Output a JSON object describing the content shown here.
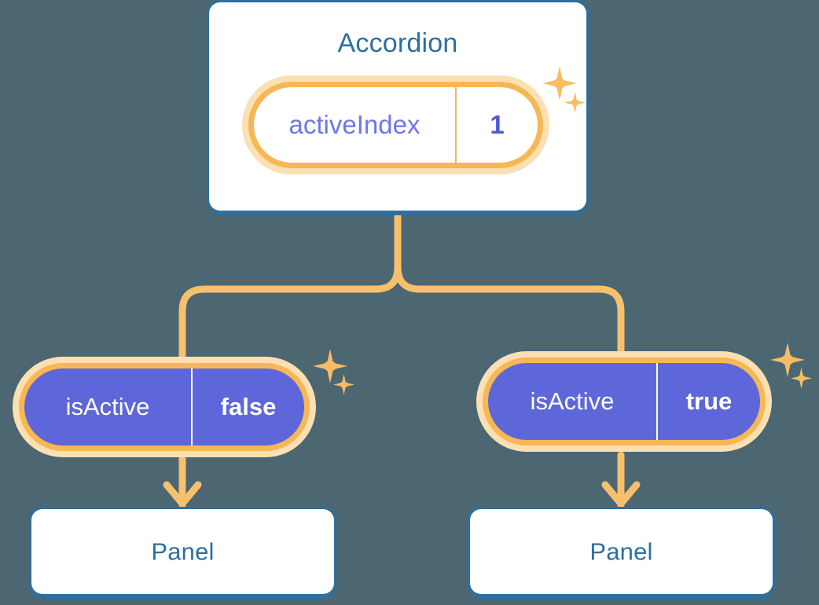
{
  "diagram": {
    "background_color": "#4c6672",
    "accent_orange": "#f7b755",
    "accent_orange_halo": "#fbe0b4",
    "accent_blue": "#2e6f9e",
    "accent_purple": "#5e67da",
    "root": {
      "title": "Accordion",
      "state": {
        "key": "activeIndex",
        "value": "1"
      }
    },
    "branches": [
      {
        "state": {
          "key": "isActive",
          "value": "false"
        },
        "child_title": "Panel"
      },
      {
        "state": {
          "key": "isActive",
          "value": "true"
        },
        "child_title": "Panel"
      }
    ],
    "icons": {
      "sparkle_big": "sparkle-icon",
      "sparkle_small": "sparkle-small-icon",
      "arrow_down": "arrow-down-icon"
    }
  }
}
